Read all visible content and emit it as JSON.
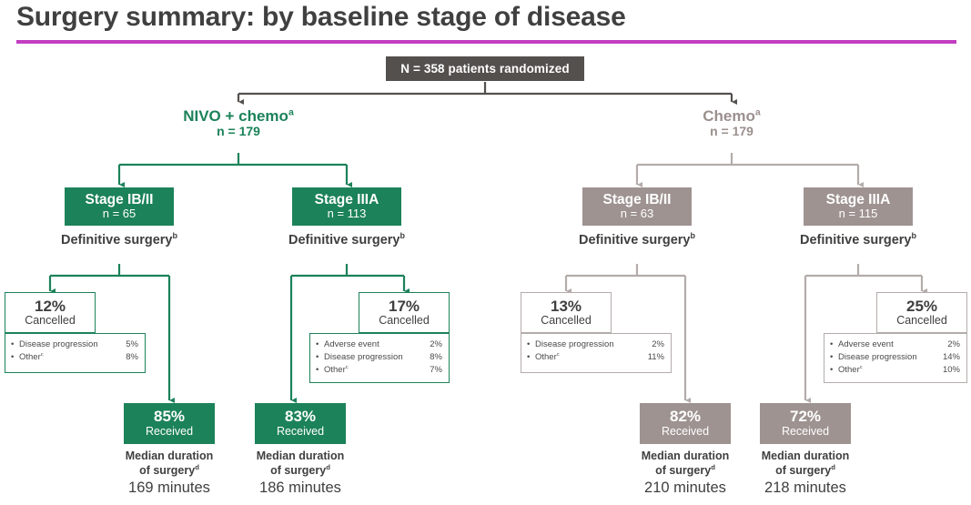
{
  "title": "Surgery summary: by baseline stage of disease",
  "colors": {
    "green": "#1c8259",
    "grey": "#9e9391",
    "grey_line": "#b3acaa",
    "header_box": "#54504e",
    "rule": "#c23ec2",
    "text": "#3f3f3f"
  },
  "root": {
    "label": "N = 358 patients randomized"
  },
  "arms": [
    {
      "name": "NIVO + chemo",
      "sup": "a",
      "n": "n = 179",
      "color": "green"
    },
    {
      "name": "Chemo",
      "sup": "a",
      "n": "n = 179",
      "color": "grey"
    }
  ],
  "branches": [
    {
      "arm": "NIVO + chemo",
      "color": "green",
      "stage_label": "Stage IB/II",
      "stage_n": "n = 65",
      "definitive_surgery": "Definitive surgery",
      "definitive_surgery_sup": "b",
      "cancelled_pct": "12%",
      "cancelled_label": "Cancelled",
      "reasons": [
        {
          "name": "Disease progression",
          "pct": "5%"
        },
        {
          "name": "Other",
          "sup": "c",
          "pct": "8%"
        }
      ],
      "received_pct": "85%",
      "received_label": "Received",
      "median_line1": "Median duration",
      "median_line2": "of surgery",
      "median_sup": "d",
      "median_value": "169 minutes"
    },
    {
      "arm": "NIVO + chemo",
      "color": "green",
      "stage_label": "Stage IIIA",
      "stage_n": "n = 113",
      "definitive_surgery": "Definitive surgery",
      "definitive_surgery_sup": "b",
      "cancelled_pct": "17%",
      "cancelled_label": "Cancelled",
      "reasons": [
        {
          "name": "Adverse event",
          "pct": "2%"
        },
        {
          "name": "Disease progression",
          "pct": "8%"
        },
        {
          "name": "Other",
          "sup": "c",
          "pct": "7%"
        }
      ],
      "received_pct": "83%",
      "received_label": "Received",
      "median_line1": "Median duration",
      "median_line2": "of surgery",
      "median_sup": "d",
      "median_value": "186 minutes"
    },
    {
      "arm": "Chemo",
      "color": "grey",
      "stage_label": "Stage IB/II",
      "stage_n": "n = 63",
      "definitive_surgery": "Definitive surgery",
      "definitive_surgery_sup": "b",
      "cancelled_pct": "13%",
      "cancelled_label": "Cancelled",
      "reasons": [
        {
          "name": "Disease progression",
          "pct": "2%"
        },
        {
          "name": "Other",
          "sup": "c",
          "pct": "11%"
        }
      ],
      "received_pct": "82%",
      "received_label": "Received",
      "median_line1": "Median duration",
      "median_line2": "of surgery",
      "median_sup": "d",
      "median_value": "210 minutes"
    },
    {
      "arm": "Chemo",
      "color": "grey",
      "stage_label": "Stage IIIA",
      "stage_n": "n = 115",
      "definitive_surgery": "Definitive surgery",
      "definitive_surgery_sup": "b",
      "cancelled_pct": "25%",
      "cancelled_label": "Cancelled",
      "reasons": [
        {
          "name": "Adverse event",
          "pct": "2%"
        },
        {
          "name": "Disease progression",
          "pct": "14%"
        },
        {
          "name": "Other",
          "sup": "c",
          "pct": "10%"
        }
      ],
      "received_pct": "72%",
      "received_label": "Received",
      "median_line1": "Median duration",
      "median_line2": "of surgery",
      "median_sup": "d",
      "median_value": "218 minutes"
    }
  ],
  "chart_data": {
    "type": "diagram",
    "title": "Surgery summary: by baseline stage of disease",
    "total_randomized": 358,
    "arms": [
      {
        "name": "NIVO + chemo",
        "n": 179,
        "stages": [
          {
            "stage": "Stage IB/II",
            "n": 65,
            "cancelled_pct": 12,
            "received_pct": 85,
            "reasons": {
              "Disease progression": 5,
              "Other": 8
            },
            "median_duration_minutes": 169
          },
          {
            "stage": "Stage IIIA",
            "n": 113,
            "cancelled_pct": 17,
            "received_pct": 83,
            "reasons": {
              "Adverse event": 2,
              "Disease progression": 8,
              "Other": 7
            },
            "median_duration_minutes": 186
          }
        ]
      },
      {
        "name": "Chemo",
        "n": 179,
        "stages": [
          {
            "stage": "Stage IB/II",
            "n": 63,
            "cancelled_pct": 13,
            "received_pct": 82,
            "reasons": {
              "Disease progression": 2,
              "Other": 11
            },
            "median_duration_minutes": 210
          },
          {
            "stage": "Stage IIIA",
            "n": 115,
            "cancelled_pct": 25,
            "received_pct": 72,
            "reasons": {
              "Adverse event": 2,
              "Disease progression": 14,
              "Other": 10
            },
            "median_duration_minutes": 218
          }
        ]
      }
    ]
  }
}
